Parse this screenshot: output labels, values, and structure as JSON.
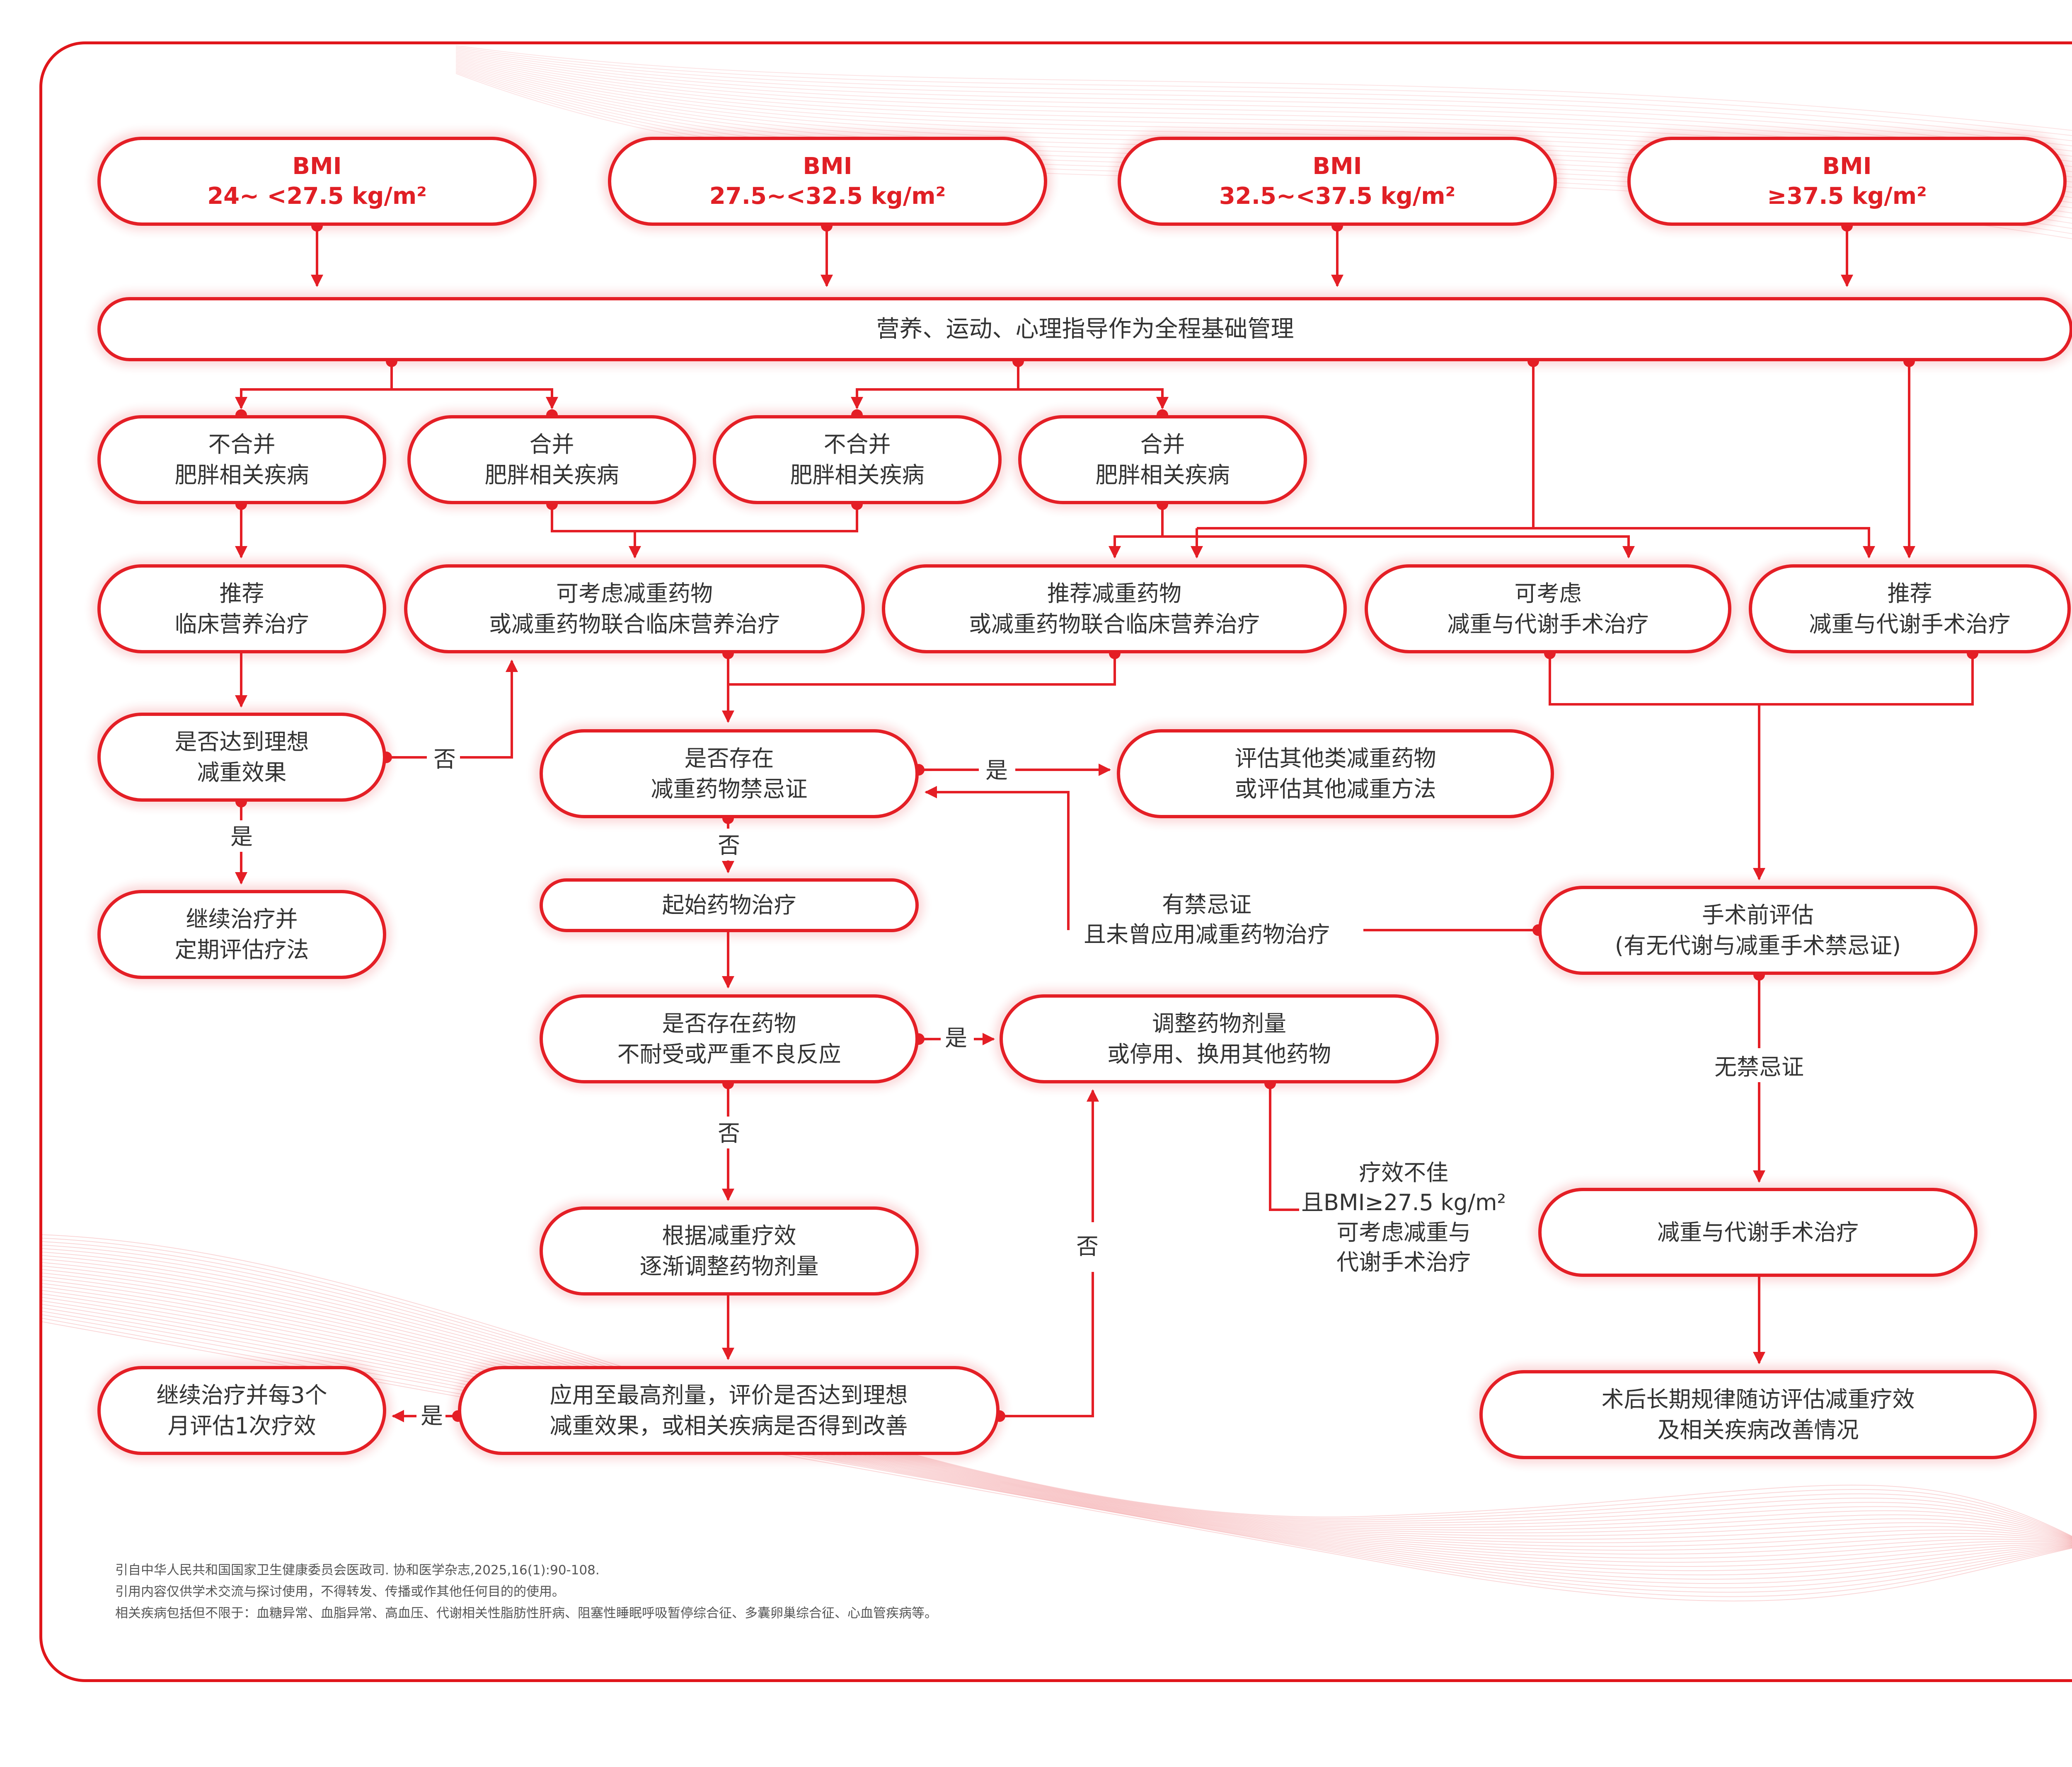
{
  "colors": {
    "accent": "#e41f26",
    "text": "#333333",
    "bmi_text": "#e01f25"
  },
  "nodes": {
    "bmi1": "BMI\n24~ <27.5 kg/m²",
    "bmi2": "BMI\n27.5~<32.5 kg/m²",
    "bmi3": "BMI\n32.5~<37.5 kg/m²",
    "bmi4": "BMI\n≥37.5 kg/m²",
    "base": "营养、运动、心理指导作为全程基础管理",
    "nc1": "不合并\n肥胖相关疾病",
    "c1": "合并\n肥胖相关疾病",
    "nc2": "不合并\n肥胖相关疾病",
    "c2": "合并\n肥胖相关疾病",
    "rec_nutri": "推荐\n临床营养治疗",
    "consider_drug": "可考虑减重药物\n或减重药物联合临床营养治疗",
    "rec_drug": "推荐减重药物\n或减重药物联合临床营养治疗",
    "consider_surgery": "可考虑\n减重与代谢手术治疗",
    "rec_surgery": "推荐\n减重与代谢手术治疗",
    "ideal_effect": "是否达到理想\n减重效果",
    "continue_eval": "继续治疗并\n定期评估疗法",
    "contra": "是否存在\n减重药物禁忌证",
    "eval_other": "评估其他类减重药物\n或评估其他减重方法",
    "start_drug": "起始药物治疗",
    "intolerance": "是否存在药物\n不耐受或严重不良反应",
    "adjust_dose": "调整药物剂量\n或停用、换用其他药物",
    "titrate": "根据减重疗效\n逐渐调整药物剂量",
    "max_dose": "应用至最高剂量，评价是否达到理想\n减重效果，或相关疾病是否得到改善",
    "continue_3m": "继续治疗并每3个\n月评估1次疗效",
    "pre_op": "手术前评估\n(有无代谢与减重手术禁忌证)",
    "surgery": "减重与代谢手术治疗",
    "followup": "术后长期规律随访评估减重疗效\n及相关疾病改善情况"
  },
  "labels": {
    "no_1": "否",
    "yes_1": "是",
    "yes_contra": "是",
    "no_contra": "否",
    "has_contra": "有禁忌证\n且未曾应用减重药物治疗",
    "yes_intol": "是",
    "no_intol": "否",
    "no_max": "否",
    "yes_max": "是",
    "poor_effect": "疗效不佳\n且BMI≥27.5 kg/m²\n可考虑减重与\n代谢手术治疗",
    "no_contra_surg": "无禁忌证"
  },
  "footnotes": [
    "引自中华人民共和国国家卫生健康委员会医政司. 协和医学杂志,2025,16(1):90-108.",
    "引用内容仅供学术交流与探讨使用，不得转发、传播或作其他任何目的的使用。",
    "相关疾病包括但不限于：血糖异常、血脂异常、高血压、代谢相关性脂肪性肝病、阻塞性睡眠呼吸暂停综合征、多囊卵巢综合征、心血管疾病等。"
  ]
}
